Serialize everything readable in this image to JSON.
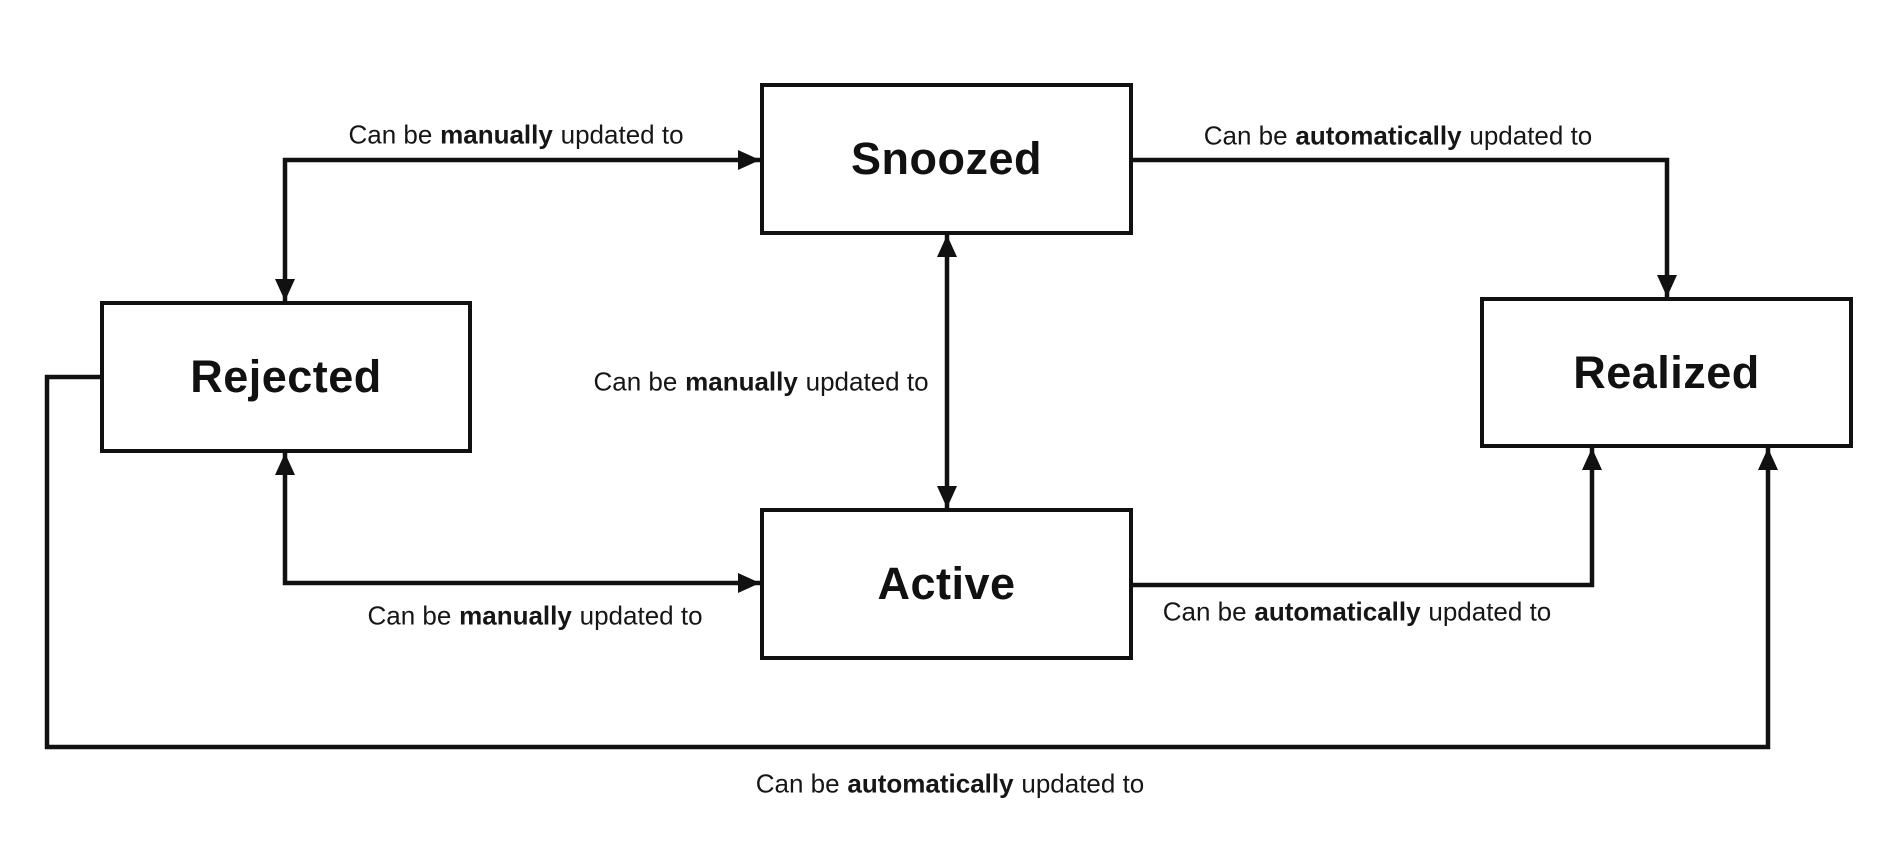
{
  "diagram": {
    "colors": {
      "background": "#ffffff",
      "line": "#111111",
      "text": "#111111"
    },
    "nodes": [
      {
        "id": "snoozed",
        "label": "Snoozed"
      },
      {
        "id": "rejected",
        "label": "Rejected"
      },
      {
        "id": "realized",
        "label": "Realized"
      },
      {
        "id": "active",
        "label": "Active"
      }
    ],
    "edges": [
      {
        "from": "Rejected",
        "to": "Snoozed",
        "direction": "bidirectional",
        "label": {
          "prefix": "Can be",
          "bold": "manually",
          "suffix": "updated to"
        }
      },
      {
        "from": "Snoozed",
        "to": "Realized",
        "direction": "single",
        "label": {
          "prefix": "Can be",
          "bold": "automatically",
          "suffix": "updated to"
        }
      },
      {
        "from": "Snoozed",
        "to": "Active",
        "direction": "bidirectional",
        "label": {
          "prefix": "Can be",
          "bold": "manually",
          "suffix": "updated to"
        }
      },
      {
        "from": "Active",
        "to": "Rejected",
        "direction": "bidirectional",
        "label": {
          "prefix": "Can be",
          "bold": "manually",
          "suffix": "updated to"
        }
      },
      {
        "from": "Active",
        "to": "Realized",
        "direction": "single",
        "label": {
          "prefix": "Can be",
          "bold": "automatically",
          "suffix": "updated to"
        }
      },
      {
        "from": "Rejected",
        "to": "Realized",
        "direction": "single",
        "label": {
          "prefix": "Can be",
          "bold": "automatically",
          "suffix": "updated to"
        }
      }
    ]
  }
}
